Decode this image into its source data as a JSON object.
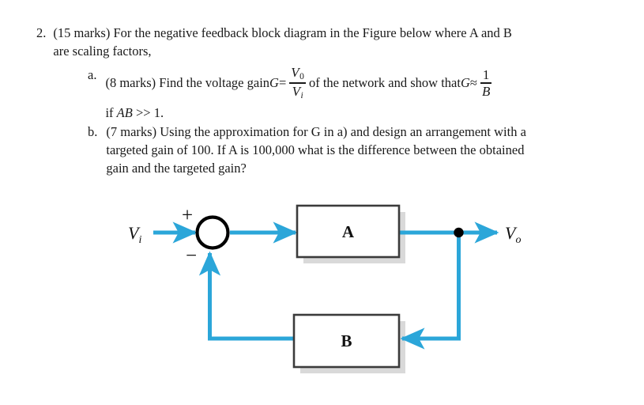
{
  "document": {
    "question": {
      "number": "2.",
      "marks": "(15 marks)",
      "text_line1": "(15 marks) For the negative feedback block diagram in the Figure below where A and B",
      "text_line2": "are scaling factors,",
      "subparts": [
        {
          "marker": "a.",
          "marks": "(8 marks)",
          "text_before_frac": "(8 marks) Find the voltage gain",
          "gain_symbol": "G",
          "equals": "=",
          "frac1_num": "V",
          "frac1_num_sub": "0",
          "frac1_den": "V",
          "frac1_den_sub": "i",
          "text_middle": "of the network and show that",
          "gain_symbol2": "G",
          "approx": "≈",
          "frac2_num": "1",
          "frac2_den": "B",
          "condition": "if AB >> 1.",
          "condition_if": "if",
          "condition_expr": "AB",
          "condition_rest": ">> 1."
        },
        {
          "marker": "b.",
          "marks": "(7 marks)",
          "line1": "(7 marks) Using the approximation for G in a) and design an arrangement with a",
          "line2": "targeted gain of 100. If A is 100,000 what is the difference between the obtained",
          "line3": "gain and the targeted gain?"
        }
      ]
    },
    "figure": {
      "type": "negative-feedback-block-diagram",
      "colors": {
        "signal_line": "#2ba6d9",
        "block_border": "#3b3b3b",
        "block_fill": "#ffffff",
        "block_shadow": "#d9d9d9",
        "junction": "#000000",
        "text": "#111111"
      },
      "input_label": "V",
      "input_label_sub": "i",
      "output_label": "V",
      "output_label_sub": "o",
      "summing_junction": {
        "name": "summing-junction",
        "plus_sign": "+",
        "minus_sign": "−"
      },
      "blocks": [
        {
          "name": "forward-gain-block",
          "label": "A"
        },
        {
          "name": "feedback-block",
          "label": "B"
        }
      ]
    }
  }
}
